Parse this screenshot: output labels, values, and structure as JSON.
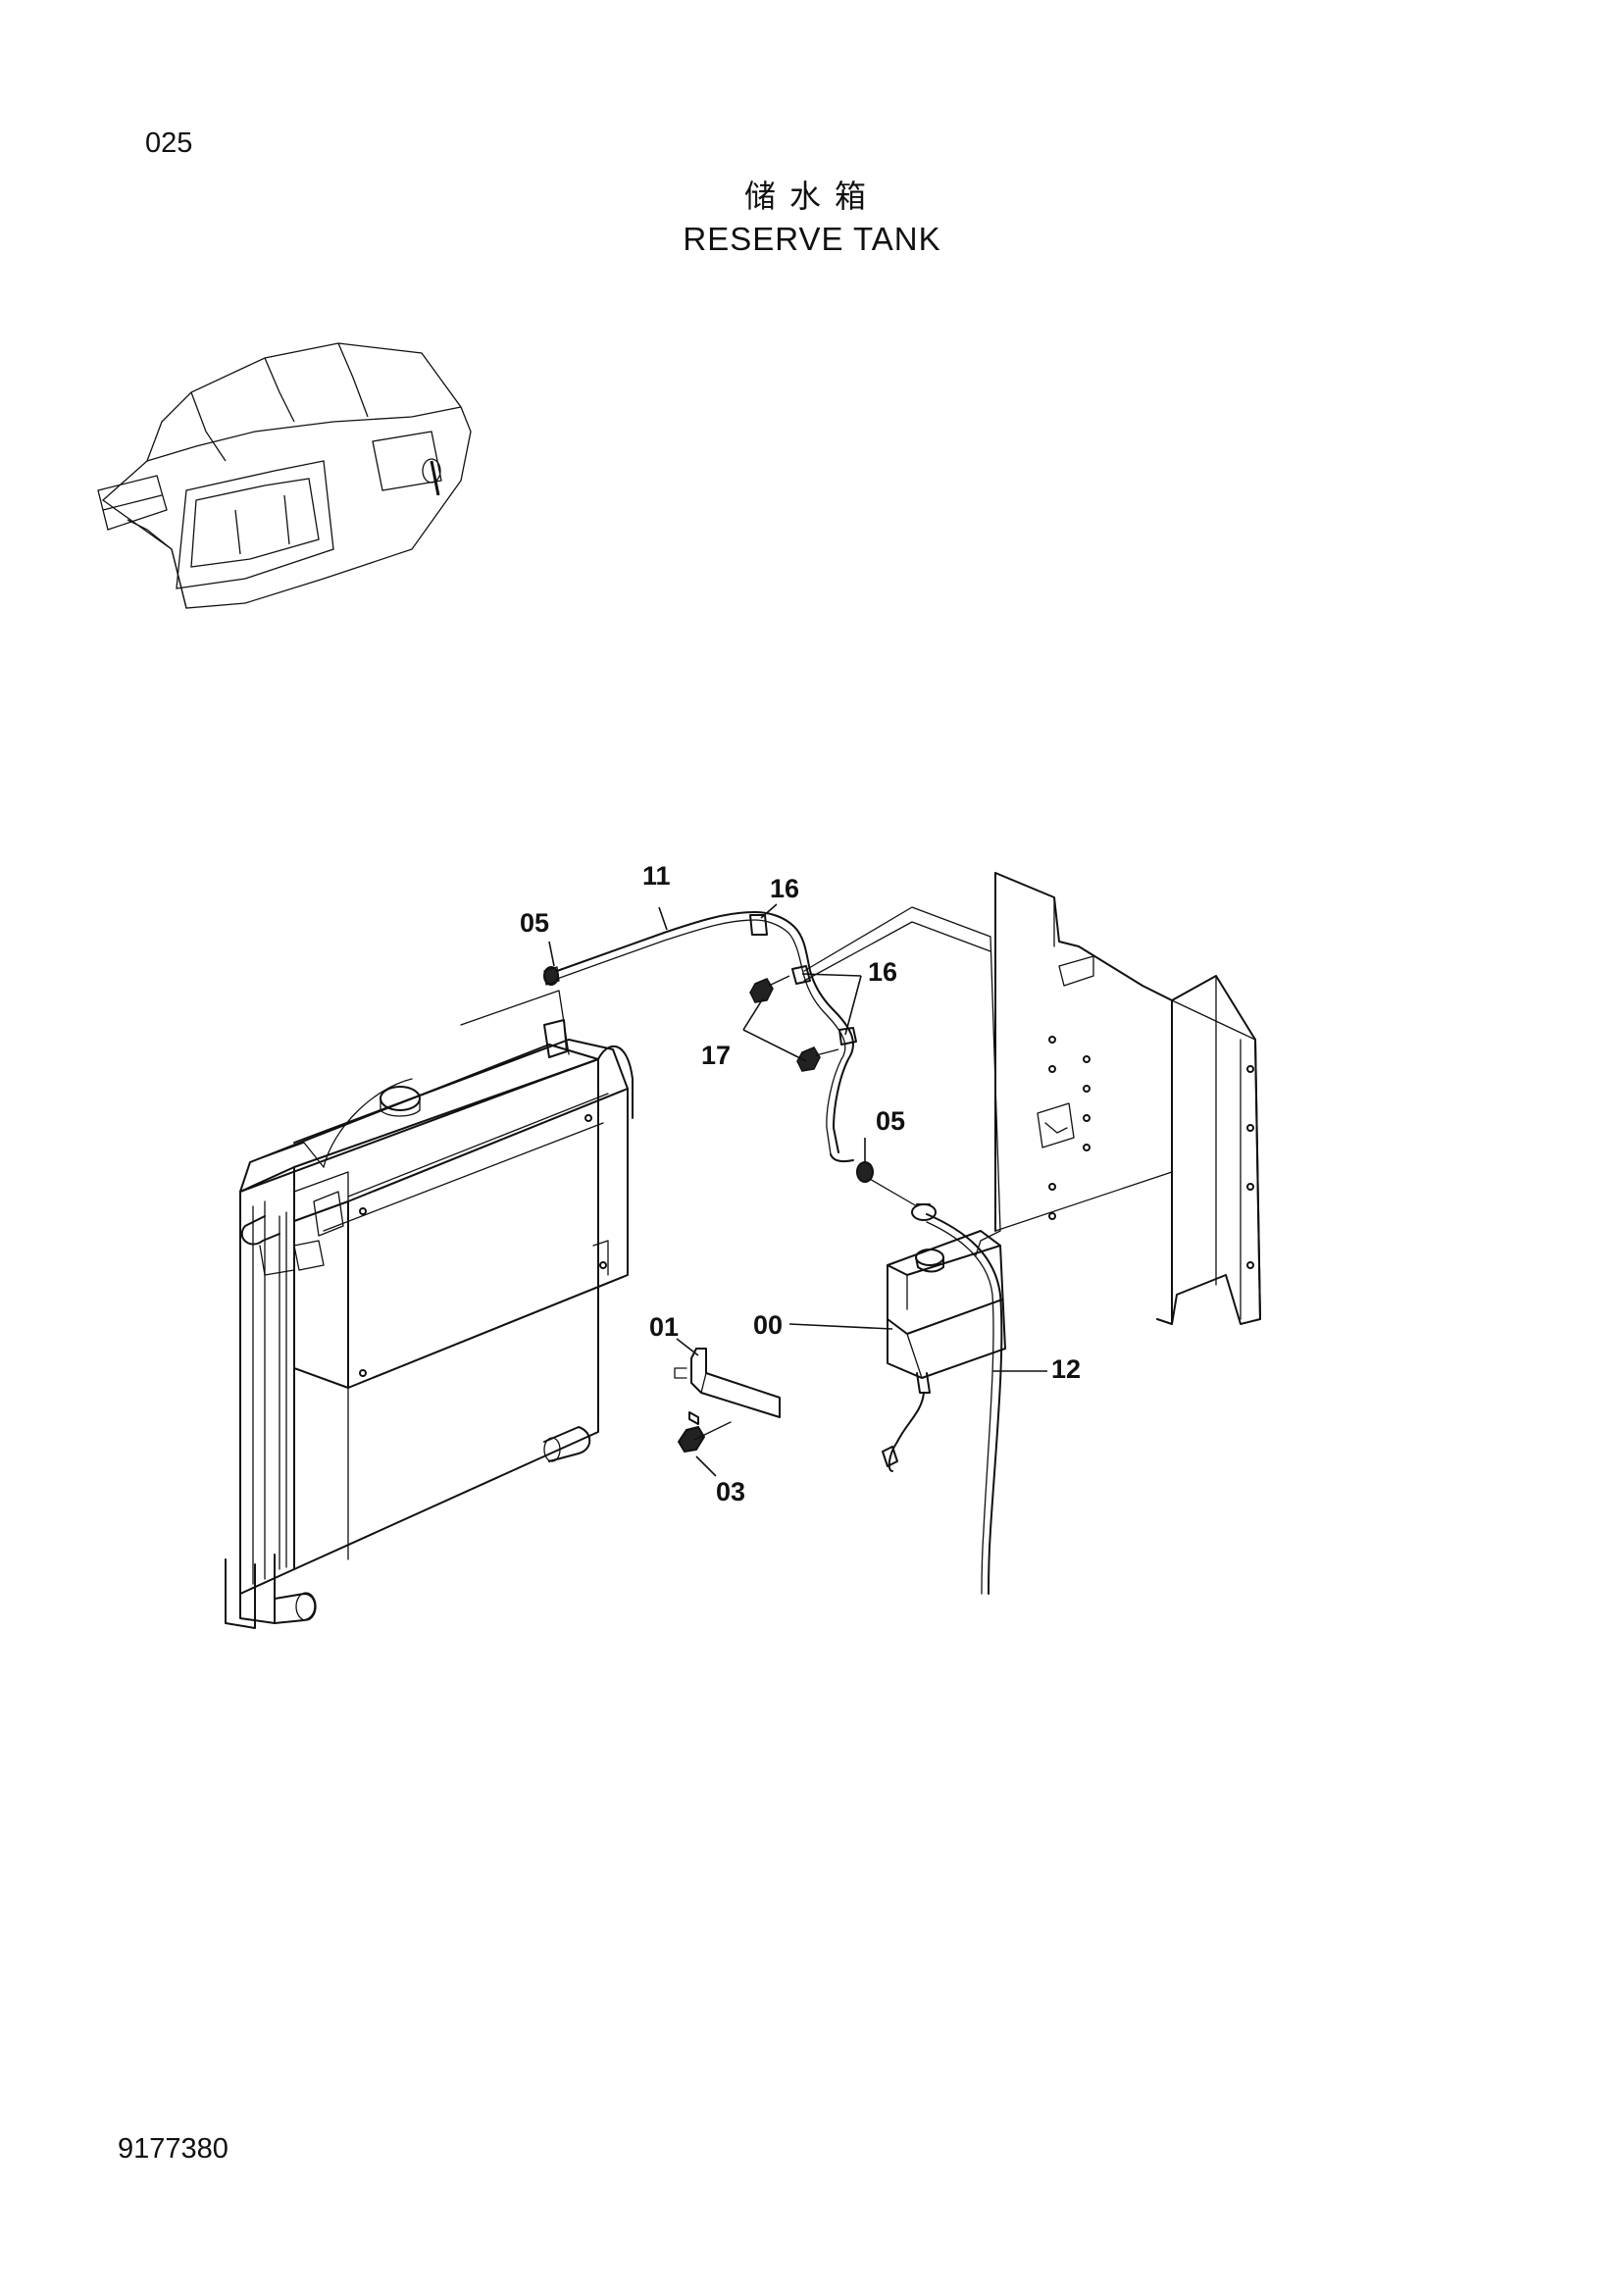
{
  "header": {
    "page_number": "025",
    "title_cn": "储水箱",
    "title_en": "RESERVE TANK"
  },
  "footer": {
    "doc_number": "9177380"
  },
  "callouts": {
    "c00": "00",
    "c01": "01",
    "c03": "03",
    "c05_top": "05",
    "c05_mid": "05",
    "c11": "11",
    "c12": "12",
    "c16_top": "16",
    "c16_right": "16",
    "c17": "17"
  }
}
